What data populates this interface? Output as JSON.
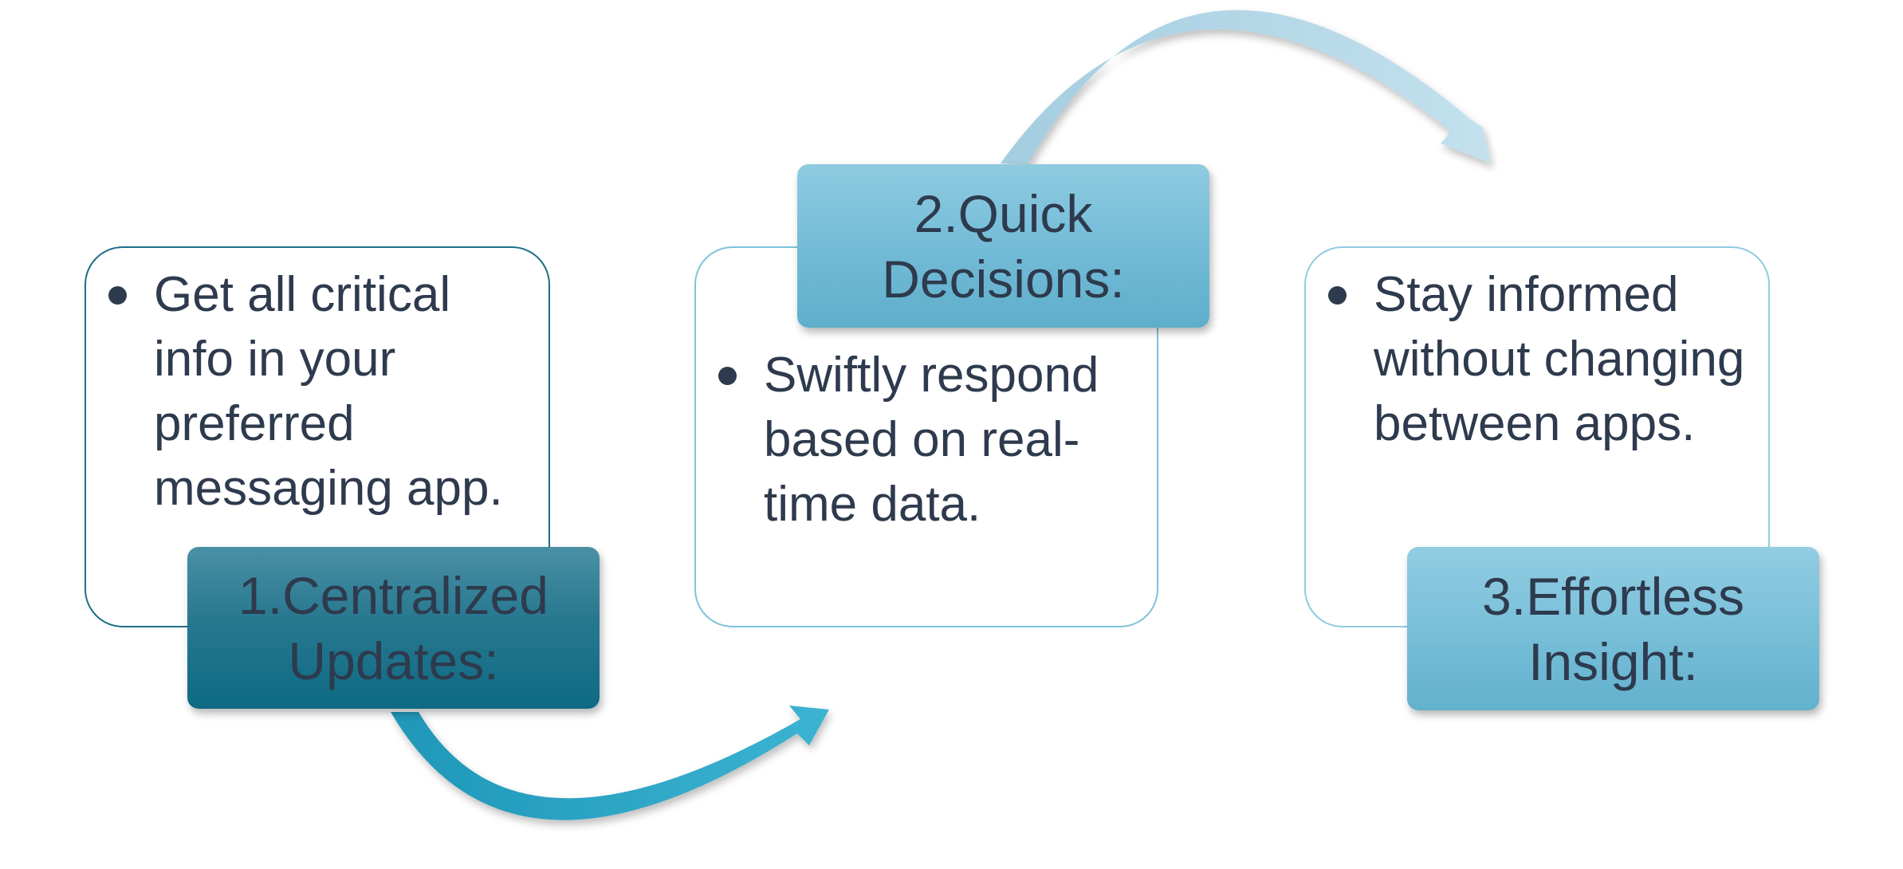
{
  "steps": [
    {
      "label": "1.Centralized Updates:",
      "bullet": "Get all critical info in your preferred messaging app."
    },
    {
      "label": "2.Quick Decisions:",
      "bullet": "Swiftly respond based on real-time data."
    },
    {
      "label": "3.Effortless Insight:",
      "bullet": "Stay informed without changing between apps."
    }
  ],
  "colors": {
    "label1": "#1b7189",
    "label2": "#74bcd8",
    "label3": "#79bfd9",
    "arrow1": "#2ba6c6",
    "arrow2": "#b6d9e8",
    "text": "#2e3a4d"
  }
}
